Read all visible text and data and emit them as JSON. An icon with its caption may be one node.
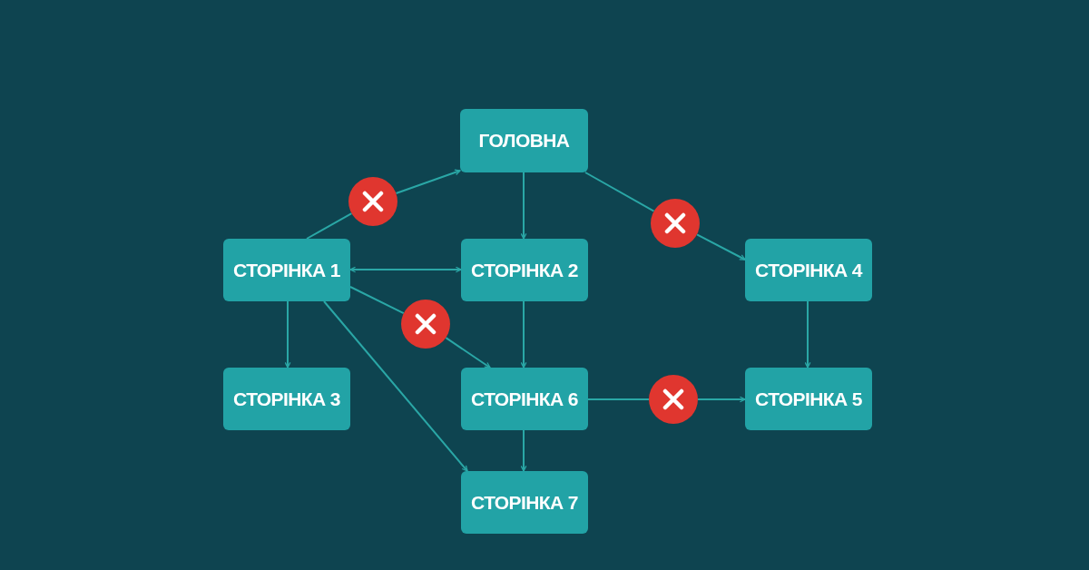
{
  "diagram": {
    "nodes": [
      {
        "text": [
          "ГОЛОВНА"
        ]
      },
      {
        "text": [
          "СТОРІНКА 1"
        ]
      },
      {
        "text": [
          "СТОРІНКА 2"
        ]
      },
      {
        "text": [
          "СТОРІНКА 4"
        ]
      },
      {
        "text": [
          "СТОРІНКА 3"
        ]
      },
      {
        "text": [
          "СТОРІНКА 6"
        ]
      },
      {
        "text": [
          "СТОРІНКА 5"
        ]
      },
      {
        "text": [
          "СТОРІНКА 7"
        ]
      },
      {
        "text": [],
        "shape": "circle"
      },
      {
        "text": [],
        "shape": "circle"
      },
      {
        "text": [],
        "shape": "circle"
      },
      {
        "text": [],
        "shape": "circle"
      }
    ],
    "edges": [
      {
        "from": 1,
        "to": 8,
        "arrow": "none"
      },
      {
        "from": 8,
        "to": 0,
        "arrow": "to"
      },
      {
        "from": 0,
        "to": 9,
        "arrow": "none"
      },
      {
        "from": 9,
        "to": 3,
        "arrow": "to"
      },
      {
        "from": 0,
        "to": 2,
        "arrow": "to"
      },
      {
        "from": 1,
        "to": 2,
        "arrow": "both"
      },
      {
        "from": 1,
        "to": 10,
        "arrow": "none"
      },
      {
        "from": 10,
        "to": 5,
        "arrow": "to"
      },
      {
        "from": 1,
        "to": 4,
        "arrow": "to"
      },
      {
        "from": 1,
        "to": 7,
        "arrow": "to"
      },
      {
        "from": 2,
        "to": 5,
        "arrow": "to"
      },
      {
        "from": 3,
        "to": 6,
        "arrow": "to"
      },
      {
        "from": 5,
        "to": 11,
        "arrow": "none"
      },
      {
        "from": 11,
        "to": 6,
        "arrow": "to"
      },
      {
        "from": 5,
        "to": 7,
        "arrow": "to"
      }
    ]
  }
}
